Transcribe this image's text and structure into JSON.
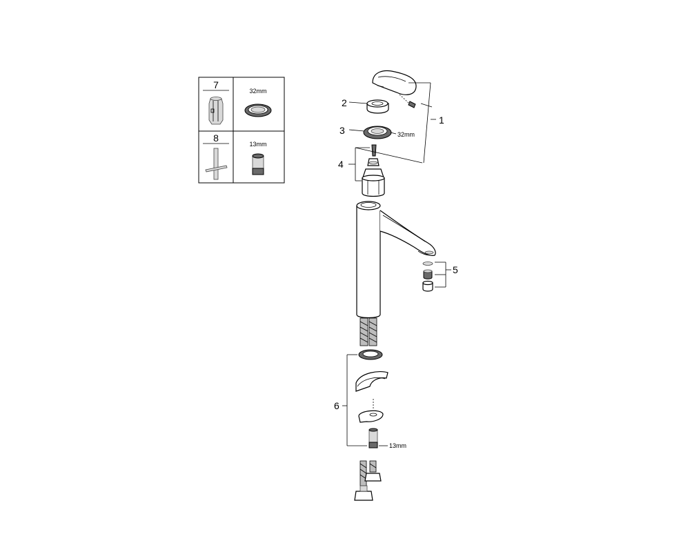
{
  "tool_table": {
    "rows": [
      {
        "number": "7",
        "size": "32mm",
        "tool_icon": "cartridge-tool-icon",
        "part_icon": "ring-nut-icon"
      },
      {
        "number": "8",
        "size": "13mm",
        "tool_icon": "t-key-tool-icon",
        "part_icon": "hex-socket-icon"
      }
    ]
  },
  "callouts": {
    "c1": "1",
    "c2": "2",
    "c3": "3",
    "c4": "4",
    "c5": "5",
    "c6": "6"
  },
  "dimensions": {
    "ring_nut": "32mm",
    "hex_nut": "13mm"
  }
}
